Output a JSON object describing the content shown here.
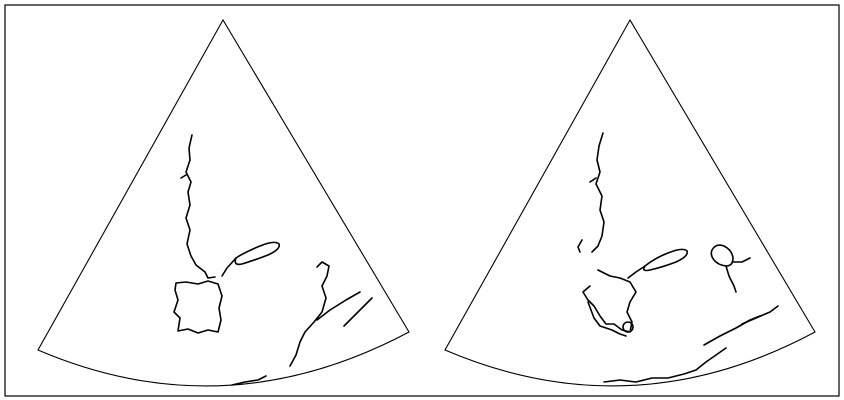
{
  "figure": {
    "panel_count": 2,
    "panels": [
      {
        "name": "left-panel"
      },
      {
        "name": "right-panel"
      }
    ],
    "colors": {
      "background": "#ffffff",
      "line": "#000000"
    }
  }
}
